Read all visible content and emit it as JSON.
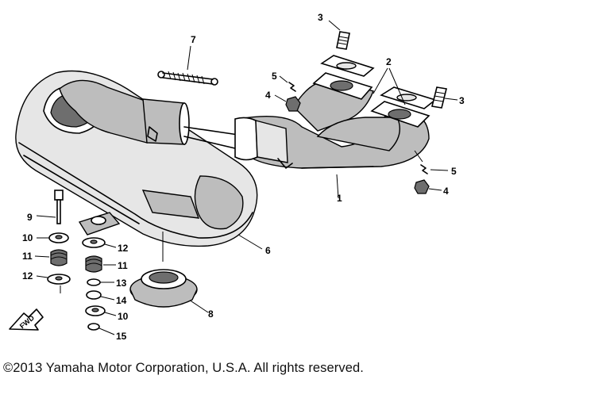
{
  "callouts": {
    "c1": "1",
    "c2": "2",
    "c3a": "3",
    "c3b": "3",
    "c4a": "4",
    "c4b": "4",
    "c5a": "5",
    "c5b": "5",
    "c6": "6",
    "c7": "7",
    "c8": "8",
    "c9": "9",
    "c10a": "10",
    "c10b": "10",
    "c11a": "11",
    "c11b": "11",
    "c12a": "12",
    "c12b": "12",
    "c13": "13",
    "c14": "14",
    "c15": "15"
  },
  "fwd_label": "FWD",
  "copyright": "©2013 Yamaha Motor Corporation, U.S.A. All rights reserved."
}
